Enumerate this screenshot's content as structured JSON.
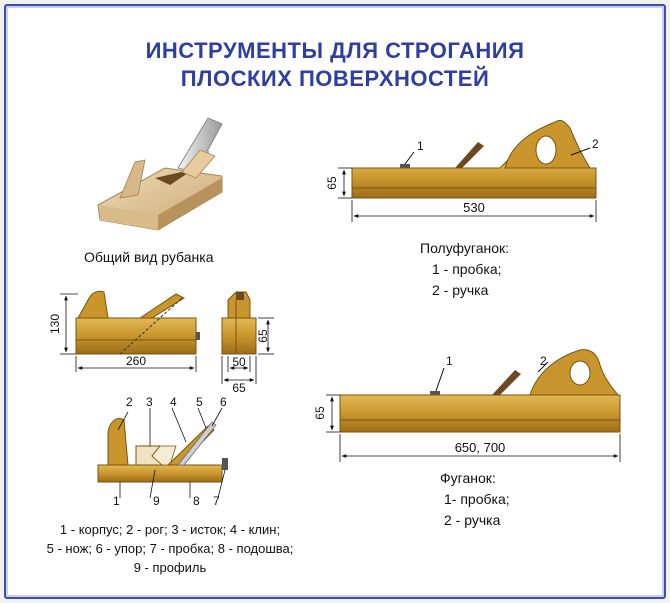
{
  "title": {
    "line1": "ИНСТРУМЕНТЫ ДЛЯ СТРОГАНИЯ",
    "line2": "ПЛОСКИХ ПОВЕРХНОСТЕЙ"
  },
  "photo": {
    "caption": "Общий вид рубанка"
  },
  "jointer_half": {
    "title": "Полуфуганок:",
    "items": [
      "1 - пробка;",
      "2 - ручка"
    ],
    "dim_height": "65",
    "dim_length": "530",
    "callout_1": "1",
    "callout_2": "2"
  },
  "jointer": {
    "title": "Фуганок:",
    "items": [
      "1- пробка;",
      "2 - ручка"
    ],
    "dim_height": "65",
    "dim_length": "650, 700",
    "callout_1": "1",
    "callout_2": "2"
  },
  "plane_views": {
    "side_height": "130",
    "side_length": "260",
    "front_height": "65",
    "front_width_top": "50",
    "front_width_bottom": "65"
  },
  "section": {
    "top_numbers": [
      "2",
      "3",
      "4",
      "5",
      "6"
    ],
    "bottom_numbers": [
      "1",
      "9",
      "8",
      "7"
    ],
    "legend": [
      "1 - корпус; 2 - рог; 3 - исток; 4 - клин;",
      "5 - нож; 6 - упор; 7 - пробка; 8 - подошва;",
      "9 - профиль"
    ]
  },
  "colors": {
    "title": "#2f3f9f",
    "wood": "#c9962e",
    "wood_dark": "#8a5f12",
    "wood_light": "#e2b954",
    "frame": "#3a4fb0"
  }
}
